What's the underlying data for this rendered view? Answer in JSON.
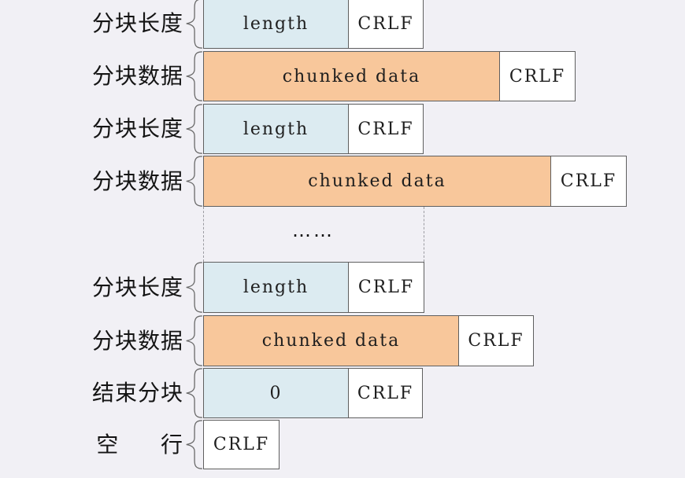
{
  "colors": {
    "background": "#f1f0f5",
    "chunk_length": "#dcebf1",
    "chunk_data": "#f8c79b",
    "crlf": "#ffffff",
    "border": "#5f5f5f"
  },
  "rows": [
    {
      "label": "分块长度",
      "segments": [
        {
          "text": "length"
        },
        {
          "text": "CRLF"
        }
      ]
    },
    {
      "label": "分块数据",
      "segments": [
        {
          "text": "chunked data"
        },
        {
          "text": "CRLF"
        }
      ]
    },
    {
      "label": "分块长度",
      "segments": [
        {
          "text": "length"
        },
        {
          "text": "CRLF"
        }
      ]
    },
    {
      "label": "分块数据",
      "segments": [
        {
          "text": "chunked data"
        },
        {
          "text": "CRLF"
        }
      ]
    },
    {
      "label": "分块长度",
      "segments": [
        {
          "text": "length"
        },
        {
          "text": "CRLF"
        }
      ]
    },
    {
      "label": "分块数据",
      "segments": [
        {
          "text": "chunked data"
        },
        {
          "text": "CRLF"
        }
      ]
    },
    {
      "label": "结束分块",
      "segments": [
        {
          "text": "0"
        },
        {
          "text": "CRLF"
        }
      ]
    },
    {
      "label": "空      行",
      "segments": [
        {
          "text": "CRLF"
        }
      ]
    }
  ],
  "gap": {
    "ellipsis": "……"
  }
}
